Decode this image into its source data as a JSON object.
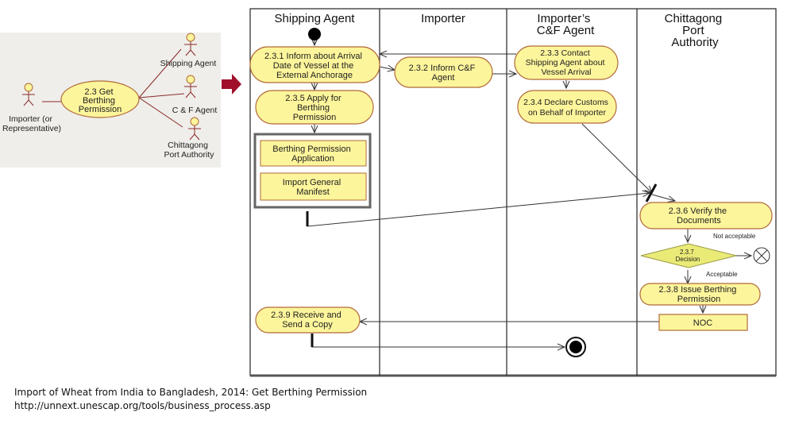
{
  "use_case": {
    "use_case_label": [
      "2.3 Get",
      "Berthing",
      "Permission"
    ],
    "actors": [
      {
        "name": "importer",
        "label": [
          "Importer (or",
          "Representative)"
        ]
      },
      {
        "name": "shipping-agent",
        "label": [
          "Shipping Agent"
        ]
      },
      {
        "name": "cf-agent",
        "label": [
          "C & F Agent"
        ]
      },
      {
        "name": "port-authority",
        "label": [
          "Chittagong",
          "Port Authority"
        ]
      }
    ]
  },
  "swimlanes": [
    {
      "label": [
        "Shipping Agent"
      ]
    },
    {
      "label": [
        "Importer"
      ]
    },
    {
      "label": [
        "Importer’s",
        "C&F Agent"
      ]
    },
    {
      "label": [
        "Chittagong",
        "Port",
        "Authority"
      ]
    }
  ],
  "activities": {
    "a231": [
      "2.3.1 Inform about Arrival",
      "Date of Vessel at the",
      "External Anchorage"
    ],
    "a232": [
      "2.3.2 Inform C&F",
      "Agent"
    ],
    "a233": [
      "2.3.3  Contact",
      "Shipping Agent about",
      "Vessel Arrival"
    ],
    "a234": [
      "2.3.4 Declare Customs",
      "on Behalf of Importer"
    ],
    "a235": [
      "2.3.5 Apply for",
      "Berthing",
      "Permission"
    ],
    "a236": [
      "2.3.6 Verify  the",
      "Documents"
    ],
    "a238": [
      "2.3.8 Issue Berthing",
      "Permission"
    ],
    "a239": [
      "2.3.9 Receive and",
      "Send a Copy"
    ]
  },
  "decision": {
    "label": [
      "2.3.7",
      "Decision"
    ],
    "not_acceptable": "Not acceptable",
    "acceptable": "Acceptable"
  },
  "documents": {
    "berthing_application": [
      "Berthing Permission",
      "Application"
    ],
    "import_manifest": [
      "Import General",
      "Manifest"
    ],
    "noc": [
      "NOC"
    ]
  },
  "caption": {
    "title": "Import of Wheat from India to Bangladesh, 2014: Get Berthing Permission",
    "url": "http://unnext.unescap.org/tools/business_process.asp"
  },
  "colors": {
    "activity_fill": "#fdf59b",
    "activity_stroke": "#b06a3a",
    "arrow_red": "#a0102a",
    "actor_stroke": "#8b2a2a"
  }
}
